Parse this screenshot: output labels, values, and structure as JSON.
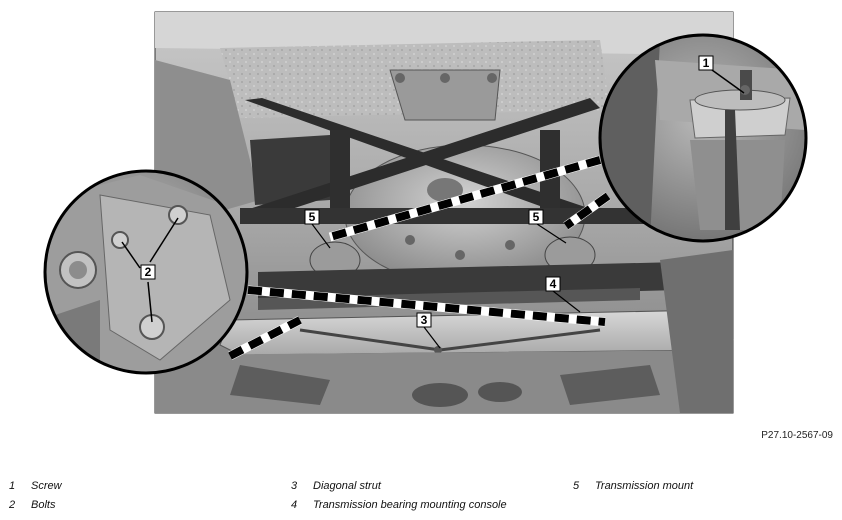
{
  "figure": {
    "callouts": [
      "1",
      "2",
      "3",
      "4",
      "5",
      "5"
    ],
    "reference": "P27.10-2567-09"
  },
  "legend": [
    {
      "num": "1",
      "text": "Screw"
    },
    {
      "num": "2",
      "text": "Bolts"
    },
    {
      "num": "3",
      "text": "Diagonal strut"
    },
    {
      "num": "4",
      "text": "Transmission bearing mounting console"
    },
    {
      "num": "5",
      "text": "Transmission mount"
    }
  ]
}
